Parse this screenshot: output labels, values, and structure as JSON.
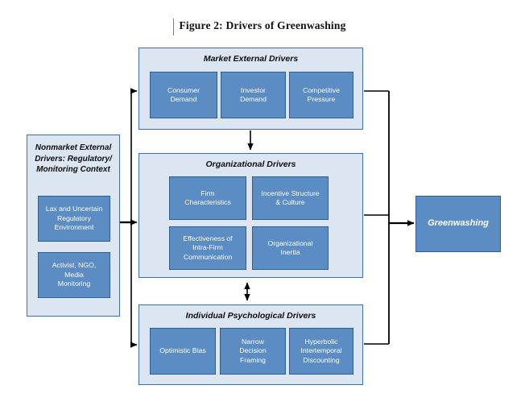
{
  "figure": {
    "title": "Figure 2:  Drivers of Greenwashing"
  },
  "colors": {
    "panel_fill": "#DCE6F2",
    "panel_border": "#3D6EA8",
    "node_fill": "#5B8CC3",
    "node_border": "#2F5F96",
    "node_text": "#FFFFFF",
    "connector": "#000000",
    "background": "#FFFFFF"
  },
  "panels": {
    "nonmarket": {
      "title": "Nonmarket External Drivers: Regulatory/ Monitoring Context",
      "nodes": [
        {
          "label": "Lax and Uncertain\nRegulatory\nEnvironment"
        },
        {
          "label": "Activist, NGO,\nMedia\nMonitoring"
        }
      ]
    },
    "market": {
      "title": "Market External Drivers",
      "nodes": [
        {
          "label": "Consumer\nDemand"
        },
        {
          "label": "Investor\nDemand"
        },
        {
          "label": "Competitive\nPressure"
        }
      ]
    },
    "organizational": {
      "title": "Organizational Drivers",
      "nodes": [
        {
          "label": "Firm\nCharacteristics"
        },
        {
          "label": "Incentive Structure\n& Culture"
        },
        {
          "label": "Effectiveness of\nIntra-Firm\nCommunication"
        },
        {
          "label": "Organizational\nInertia"
        }
      ]
    },
    "individual": {
      "title": "Individual Psychological Drivers",
      "nodes": [
        {
          "label": "Optimistic Bias"
        },
        {
          "label": "Narrow\nDecision\nFraming"
        },
        {
          "label": "Hyperbolic\nIntertemporal\nDiscounting"
        }
      ]
    }
  },
  "outcome": {
    "label": "Greenwashing"
  },
  "connectors": [
    {
      "name": "nonmarket-to-drivers-bus",
      "type": "one-way",
      "direction": "right"
    },
    {
      "name": "market-to-organizational",
      "type": "one-way",
      "direction": "down"
    },
    {
      "name": "organizational-to-individual",
      "type": "two-way",
      "direction": "vertical"
    },
    {
      "name": "drivers-bus-to-greenwashing",
      "type": "one-way",
      "direction": "right"
    }
  ]
}
